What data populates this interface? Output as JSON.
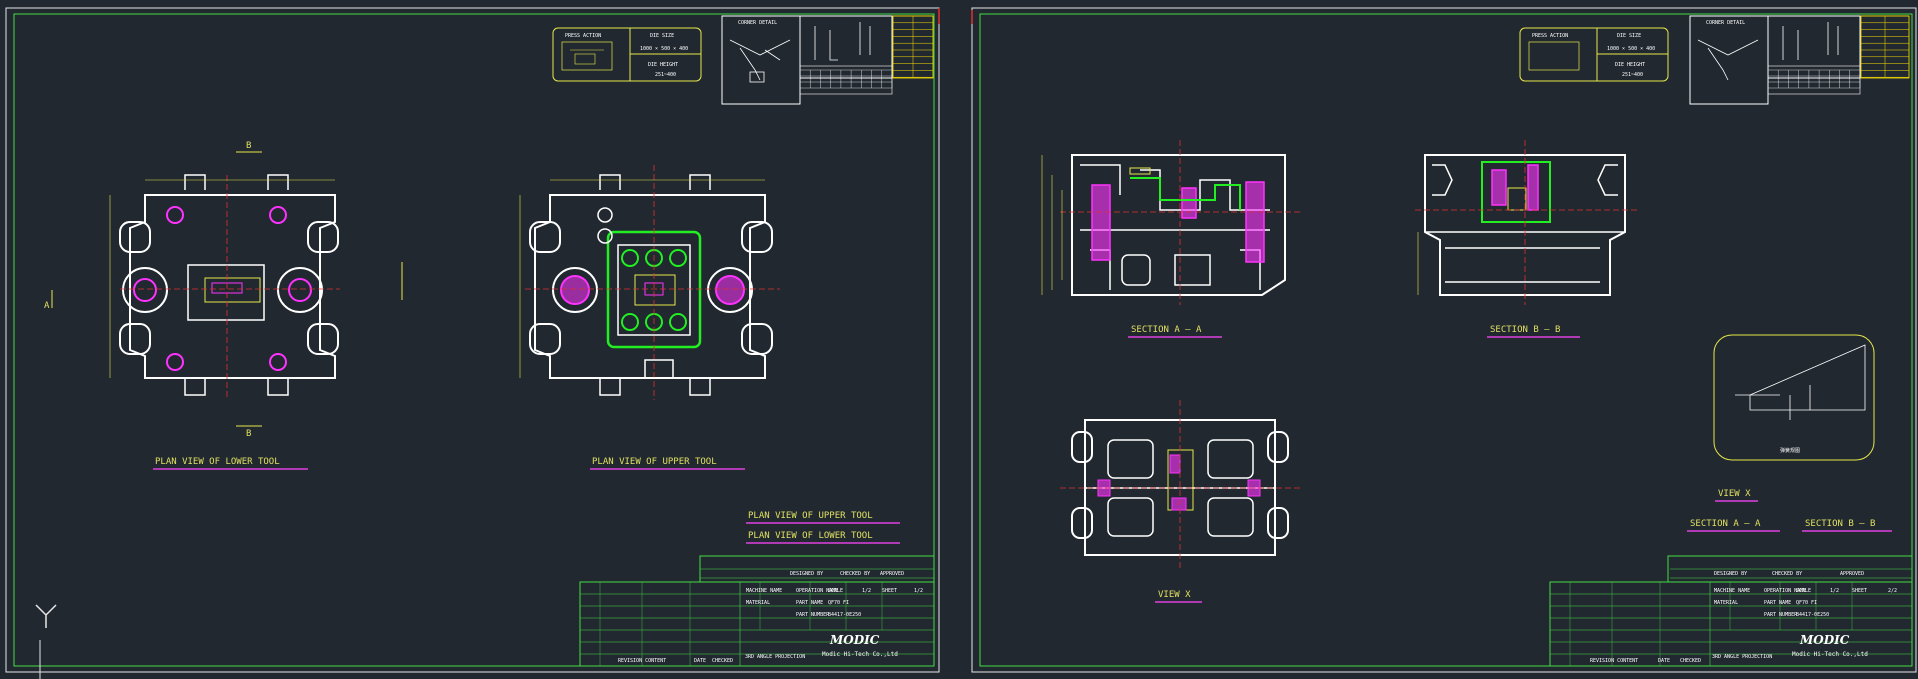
{
  "colors": {
    "background": "#212830",
    "border": "#e8e8e8",
    "frame_green": "#44dd44",
    "outline": "#ffffff",
    "label_yellow": "#e8e84a",
    "underline_magenta": "#e040e0",
    "accent_magenta": "#ff33ff",
    "accent_green": "#22ee22",
    "centerline_red": "#e03030",
    "table_yellow": "#ffe000"
  },
  "sheet1": {
    "press_action_title": "PRESS ACTION",
    "die_size_title": "DIE SIZE",
    "die_size_value": "1000 × 500 × 400",
    "die_height_title": "DIE HEIGHT",
    "die_height_value": "251~400",
    "corner_detail": "CORNER DETAIL",
    "section_mark_b": "B",
    "section_mark_a": "A",
    "label_lower": "PLAN VIEW OF LOWER TOOL",
    "label_upper": "PLAN VIEW OF UPPER TOOL",
    "legend_upper": "PLAN VIEW OF UPPER TOOL",
    "legend_lower": "PLAN VIEW OF LOWER TOOL"
  },
  "sheet2": {
    "press_action_title": "PRESS ACTION",
    "die_size_title": "DIE SIZE",
    "die_size_value": "1000 × 500 × 400",
    "die_height_title": "DIE HEIGHT",
    "die_height_value": "251~400",
    "corner_detail": "CORNER DETAIL",
    "section_a_label": "SECTION A — A",
    "section_b_label": "SECTION B — B",
    "view_x_label": "VIEW X",
    "detail_chinese_label": "弹簧规图",
    "legend_view_x": "VIEW X",
    "legend_section_a": "SECTION A — A",
    "legend_section_b": "SECTION B — B"
  },
  "title_block": {
    "sheet1": {
      "machine_name": "MACHINE NAME",
      "operation": "OPERATION NAME",
      "scale": "SCALE",
      "scale_value": "1/2",
      "sheet": "SHEET",
      "sheet_value": "1/2",
      "material": "MATERIAL",
      "part_name": "PART NAME",
      "part_name_value": "QF70 FI",
      "part_number": "PART NUMBER",
      "part_number_value": "84417-0E250",
      "revision_content": "REVISION CONTENT",
      "date": "DATE",
      "checked": "CHECKED",
      "designed_by": "DESIGNED BY",
      "checked_by": "CHECKED BY",
      "approved": "APPROVED",
      "angle_projection": "3RD ANGLE PROJECTION",
      "logo": "MODIC",
      "company": "Modic Hi-Tech Co.,Ltd"
    },
    "sheet2": {
      "machine_name": "MACHINE NAME",
      "operation": "OPERATION NAME",
      "scale": "SCALE",
      "scale_value": "1/2",
      "sheet": "SHEET",
      "sheet_value": "2/2",
      "material": "MATERIAL",
      "part_name": "PART NAME",
      "part_name_value": "QF70 FI",
      "part_number": "PART NUMBER",
      "part_number_value": "84417-0E250",
      "revision_content": "REVISION CONTENT",
      "date": "DATE",
      "checked": "CHECKED",
      "designed_by": "DESIGNED BY",
      "checked_by": "CHECKED BY",
      "approved": "APPROVED",
      "angle_projection": "3RD ANGLE PROJECTION",
      "logo": "MODIC",
      "company": "Modic Hi-Tech Co.,Ltd"
    }
  },
  "ucs_axis_label": "Y"
}
